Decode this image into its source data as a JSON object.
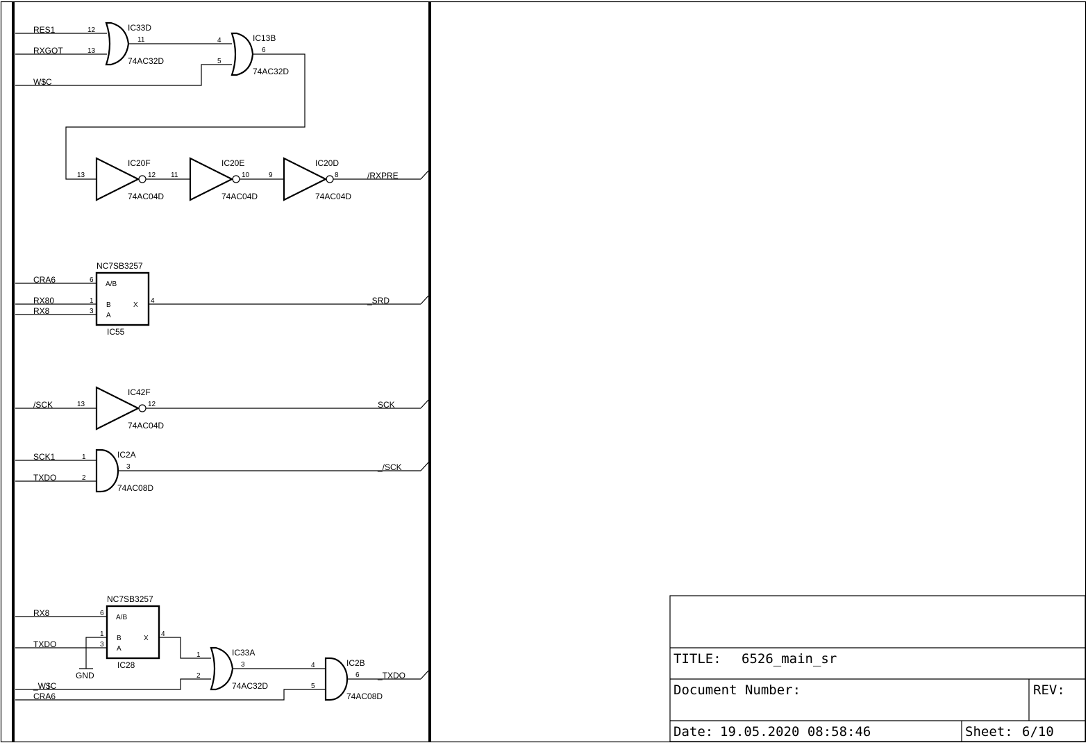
{
  "nets": {
    "res1": "RES1",
    "rxgot": "RXGOT",
    "wsc": "W$C",
    "rxpre": "/RXPRE",
    "cra6_a": "CRA6",
    "rx80": "RX80",
    "rx8_a": "RX8",
    "srd": "_SRD",
    "sck_in": "/SCK",
    "sck_out": "SCK",
    "sck1": "SCK1",
    "txdo_a": "TXDO",
    "sck_bar": "_/SCK",
    "rx8_b": "RX8",
    "txdo_b": "TXDO",
    "gnd": "GND",
    "wsc_bar": "_W$C",
    "cra6_b": "CRA6",
    "txdo_out": "_TXDO"
  },
  "parts": {
    "ic33d": {
      "ref": "IC33D",
      "type": "74AC32D",
      "pins": [
        "12",
        "13",
        "11"
      ]
    },
    "ic13b": {
      "ref": "IC13B",
      "type": "74AC32D",
      "pins": [
        "4",
        "5",
        "6"
      ]
    },
    "ic20f": {
      "ref": "IC20F",
      "type": "74AC04D",
      "pins": [
        "13",
        "12"
      ]
    },
    "ic20e": {
      "ref": "IC20E",
      "type": "74AC04D",
      "pins": [
        "11",
        "10"
      ]
    },
    "ic20d": {
      "ref": "IC20D",
      "type": "74AC04D",
      "pins": [
        "9",
        "8"
      ]
    },
    "ic55": {
      "ref": "IC55",
      "type": "NC7SB3257",
      "pins": [
        "6",
        "1",
        "3",
        "4"
      ],
      "labels": [
        "A/B",
        "B",
        "A",
        "X"
      ]
    },
    "ic42f": {
      "ref": "IC42F",
      "type": "74AC04D",
      "pins": [
        "13",
        "12"
      ]
    },
    "ic2a": {
      "ref": "IC2A",
      "type": "74AC08D",
      "pins": [
        "1",
        "2",
        "3"
      ]
    },
    "ic28": {
      "ref": "IC28",
      "type": "NC7SB3257",
      "pins": [
        "6",
        "1",
        "3",
        "4"
      ],
      "labels": [
        "A/B",
        "B",
        "A",
        "X"
      ]
    },
    "ic33a": {
      "ref": "IC33A",
      "type": "74AC32D",
      "pins": [
        "1",
        "2",
        "3"
      ]
    },
    "ic2b": {
      "ref": "IC2B",
      "type": "74AC08D",
      "pins": [
        "4",
        "5",
        "6"
      ]
    }
  },
  "title_block": {
    "title_label": "TITLE:",
    "title": "6526_main_sr",
    "docnum_label": "Document Number:",
    "rev_label": "REV:",
    "date_label": "Date:",
    "date": "19.05.2020 08:58:46",
    "sheet_label": "Sheet:",
    "sheet": "6/10"
  }
}
